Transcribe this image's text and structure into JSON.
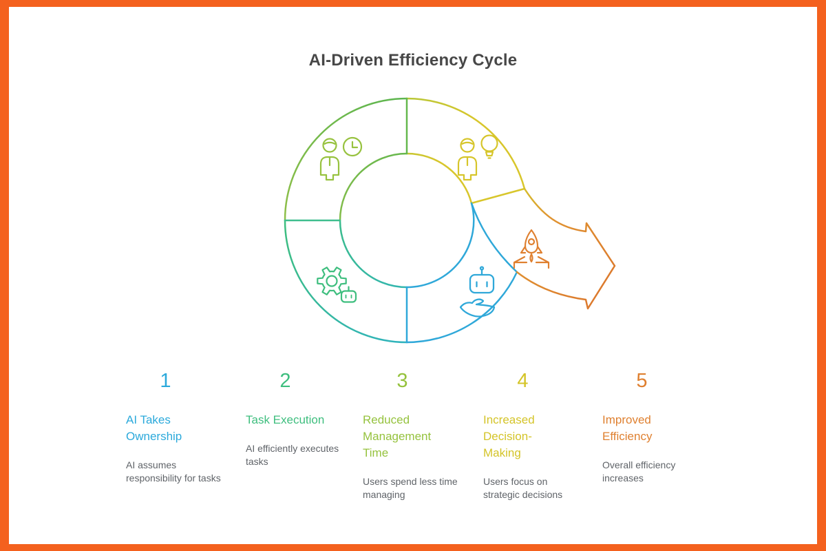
{
  "title": "AI-Driven Efficiency Cycle",
  "frame_color": "#F4611E",
  "text_color": "#5F6368",
  "steps": [
    {
      "number": "1",
      "label": "AI Takes Ownership",
      "description": "AI assumes responsibility for tasks",
      "color": "#2BA9DB",
      "icon": "robot-over-hand-icon",
      "segment_position": "bottom-right"
    },
    {
      "number": "2",
      "label": "Task Execution",
      "description": "AI efficiently executes tasks",
      "color": "#3EBE7E",
      "icon": "gear-robot-icon",
      "segment_position": "bottom-left"
    },
    {
      "number": "3",
      "label": "Reduced Management Time",
      "description": "Users spend less time managing",
      "color": "#95C23D",
      "icon": "person-clock-icon",
      "segment_position": "top-left"
    },
    {
      "number": "4",
      "label": "Increased Decision-Making",
      "description": "Users focus on strategic decisions",
      "color": "#D4C428",
      "icon": "person-lightbulb-icon",
      "segment_position": "top-right"
    },
    {
      "number": "5",
      "label": "Improved Efficiency",
      "description": "Overall efficiency increases",
      "color": "#DF8030",
      "icon": "rocket-launch-icon",
      "segment_position": "exit-arrow-right"
    }
  ],
  "diagram": {
    "type": "cycle-with-exit-arrow",
    "segment_colors": {
      "top_left": "#8FBF49",
      "top_right": "#D6C52A",
      "bottom_left": "#3EBE7E",
      "bottom_right": "#2FA8D9",
      "arrow": "#DF8030"
    }
  }
}
